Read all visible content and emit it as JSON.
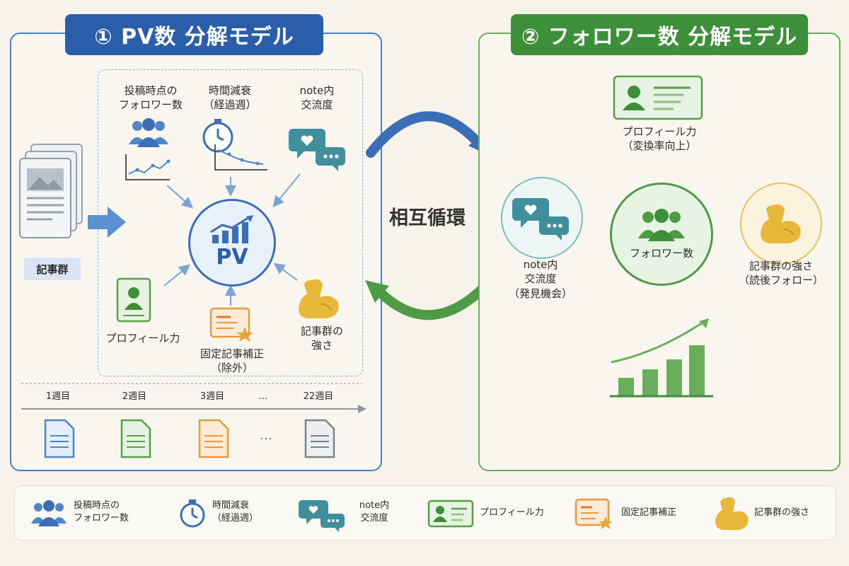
{
  "left_model": {
    "title": "① PV数 分解モデル",
    "source_label": "記事群",
    "center": "PV",
    "factors": {
      "followers_at_post": "投稿時点の\nフォロワー数",
      "time_decay": "時間減衰\n（経過週）",
      "note_interaction": "note内\n交流度",
      "profile": "プロフィール力",
      "pinned": "固定記事補正\n（除外）",
      "strength": "記事群の\n強さ"
    },
    "timeline": [
      "1週目",
      "2週目",
      "3週目",
      "…",
      "22週目"
    ],
    "timeline_ellipsis": "…"
  },
  "cycle_label": "相互循環",
  "right_model": {
    "title": "② フォロワー数 分解モデル",
    "center": "フォロワー数",
    "factors": {
      "profile": "プロフィール力\n（変換率向上）",
      "note_interaction": "note内\n交流度\n（発見機会）",
      "strength": "記事群の強さ\n（読後フォロー）"
    }
  },
  "legend": [
    {
      "icon": "people-icon",
      "label": "投稿時点の\nフォロワー数"
    },
    {
      "icon": "stopwatch-icon",
      "label": "時間減衰\n（経過週）"
    },
    {
      "icon": "chat-heart-icon",
      "label": "note内\n交流度"
    },
    {
      "icon": "profile-card-icon",
      "label": "プロフィール力"
    },
    {
      "icon": "pinned-article-icon",
      "label": "固定記事補正"
    },
    {
      "icon": "flexed-arm-icon",
      "label": "記事群の強さ"
    }
  ],
  "colors": {
    "blue": "#2a5ea9",
    "green": "#3d8f3a",
    "orange": "#e89a3c",
    "yellow": "#e8b838"
  }
}
